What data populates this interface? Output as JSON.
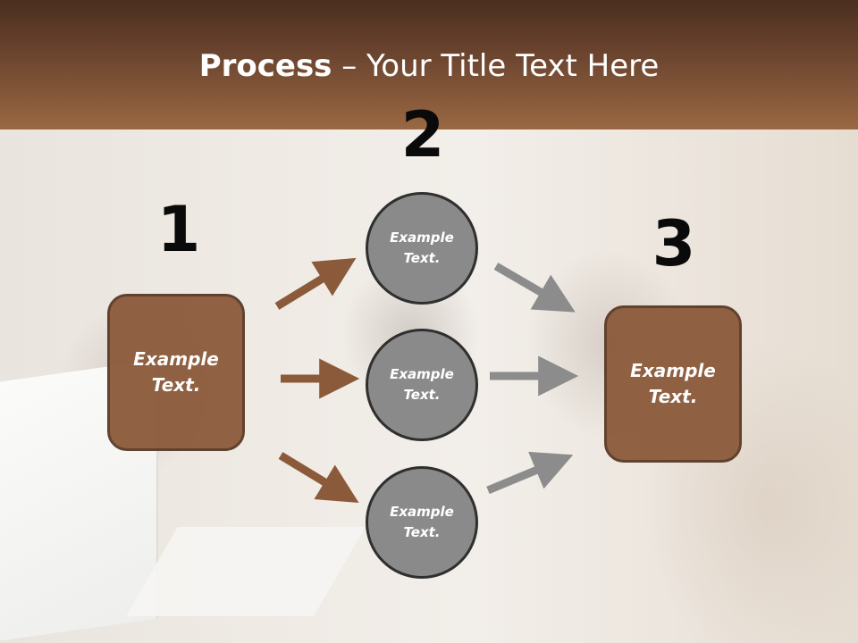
{
  "slide": {
    "title_bold": "Process",
    "title_rest": " – Your Title Text Here"
  },
  "steps": {
    "one": {
      "number": "1",
      "line1": "Example",
      "line2": "Text."
    },
    "two": {
      "number": "2"
    },
    "three": {
      "number": "3",
      "line1": "Example",
      "line2": "Text."
    }
  },
  "circles": [
    {
      "line1": "Example",
      "line2": "Text."
    },
    {
      "line1": "Example",
      "line2": "Text."
    },
    {
      "line1": "Example",
      "line2": "Text."
    }
  ],
  "colors": {
    "header_top": "#4a2e1f",
    "header_bottom": "#9a6843",
    "box_fill": "#8b5a3a",
    "circle_fill": "#8a8a8a",
    "arrow_brown": "#8b5a3a",
    "arrow_gray": "#8c8c8c"
  }
}
